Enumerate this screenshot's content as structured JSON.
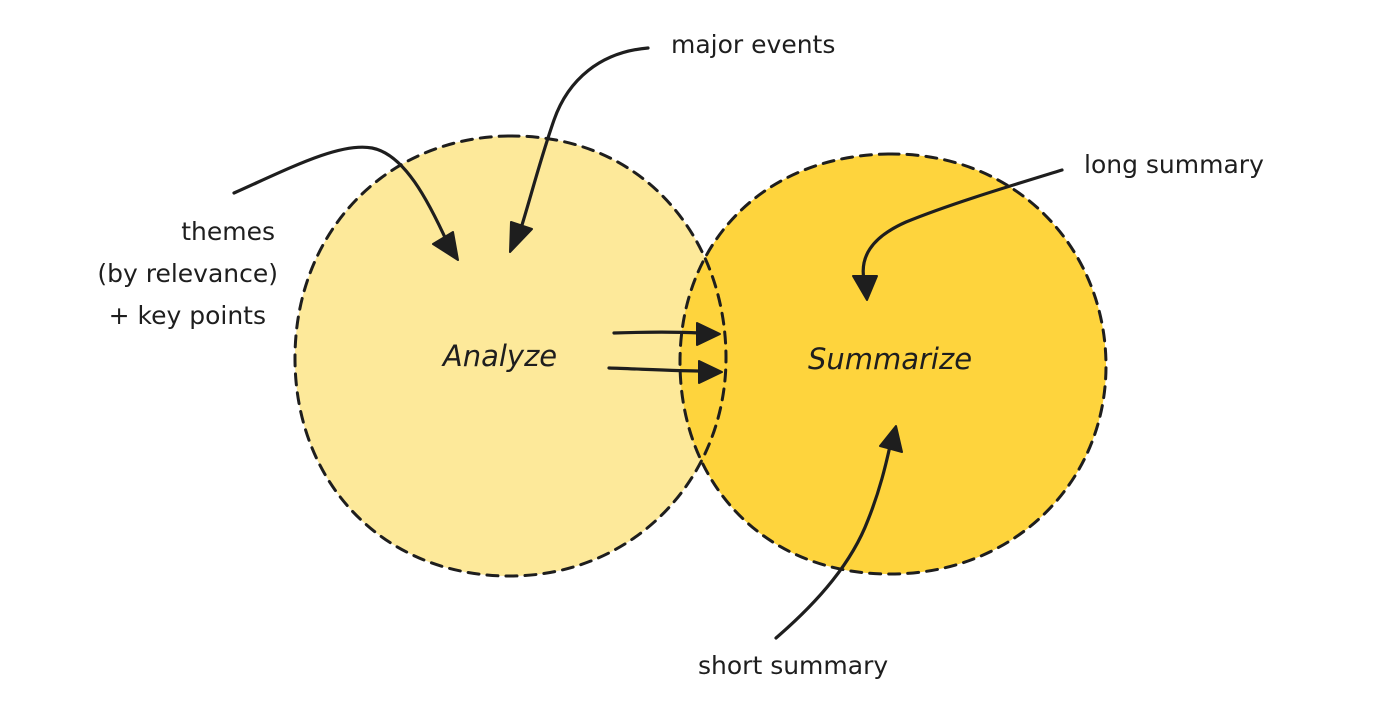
{
  "colors": {
    "background": "#ffffff",
    "analyze_fill": "#fde99a",
    "summarize_fill": "#fed43d",
    "stroke": "#1e1e1e"
  },
  "nodes": {
    "analyze": {
      "label": "Analyze"
    },
    "summarize": {
      "label": "Summarize"
    }
  },
  "annotations": {
    "major_events": "major events",
    "themes_line1": "themes",
    "themes_line2": "(by relevance)",
    "themes_line3": "+ key points",
    "long_summary": "long summary",
    "short_summary": "short summary"
  }
}
